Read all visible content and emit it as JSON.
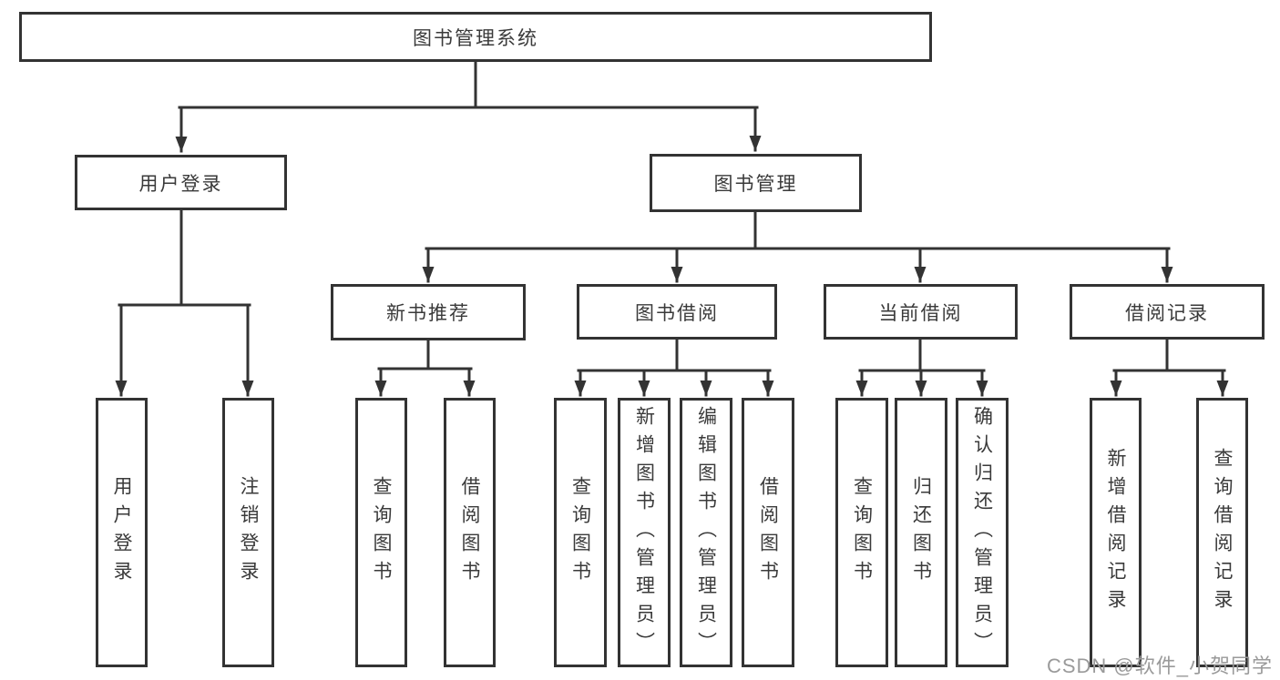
{
  "tree": {
    "root": {
      "label": "图书管理系统",
      "children": [
        {
          "label": "用户登录",
          "children": [
            {
              "label": "用户登录"
            },
            {
              "label": "注销登录"
            }
          ]
        },
        {
          "label": "图书管理",
          "children": [
            {
              "label": "新书推荐",
              "children": [
                {
                  "label": "查询图书"
                },
                {
                  "label": "借阅图书"
                }
              ]
            },
            {
              "label": "图书借阅",
              "children": [
                {
                  "label": "查询图书"
                },
                {
                  "label": "新增图书（管理员）"
                },
                {
                  "label": "编辑图书（管理员）"
                },
                {
                  "label": "借阅图书"
                }
              ]
            },
            {
              "label": "当前借阅",
              "children": [
                {
                  "label": "查询图书"
                },
                {
                  "label": "归还图书"
                },
                {
                  "label": "确认归还（管理员）"
                }
              ]
            },
            {
              "label": "借阅记录",
              "children": [
                {
                  "label": "新增借阅记录"
                },
                {
                  "label": "查询借阅记录"
                }
              ]
            }
          ]
        }
      ]
    }
  },
  "watermark": {
    "text": "CSDN @软件_小贺同学"
  },
  "colors": {
    "line": "#333333",
    "text": "#3a3a3a",
    "watermark": "#9a9a9a",
    "background": "#ffffff"
  }
}
